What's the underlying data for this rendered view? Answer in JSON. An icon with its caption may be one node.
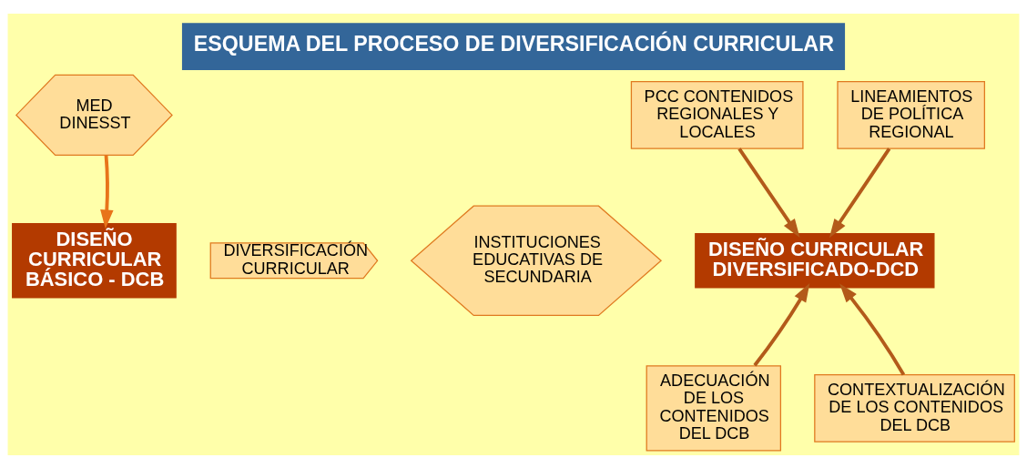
{
  "diagram": {
    "title": "ESQUEMA DEL PROCESO DE DIVERSIFICACIÓN CURRICULAR",
    "nodes": [
      {
        "text": [
          "MED DINESST"
        ]
      },
      {
        "text": [
          "DISEÑO CURRICULAR BÁSICO - DCB"
        ]
      },
      {
        "text": [
          "DIVERSIFICACIÓN CURRICULAR"
        ]
      },
      {
        "text": [
          "INSTITUCIONES EDUCATIVAS DE SECUNDARIA"
        ]
      },
      {
        "text": [
          "DISEÑO CURRICULAR DIVERSIFICADO-DCD"
        ]
      },
      {
        "text": [
          "LINEAMIENTOS DE POLÍTICA REGIONAL"
        ]
      },
      {
        "text": [
          "PCC CONTENIDOS REGIONALES Y LOCALES"
        ]
      },
      {
        "text": [
          "ADECUACIÓN DE LOS CONTENIDOS DEL DCB"
        ]
      },
      {
        "text": [
          "CONTEXTUALIZACIÓN DE LOS CONTENIDOS DEL DCB"
        ]
      }
    ],
    "edges": [
      {
        "from": 0,
        "to": 1,
        "arrow": "to",
        "color": "#e8741a"
      },
      {
        "from": 5,
        "to": 4,
        "arrow": "to"
      },
      {
        "from": 6,
        "to": 4,
        "arrow": "to"
      },
      {
        "from": 7,
        "to": 4,
        "arrow": "to"
      },
      {
        "from": 8,
        "to": 4,
        "arrow": "to"
      }
    ]
  }
}
